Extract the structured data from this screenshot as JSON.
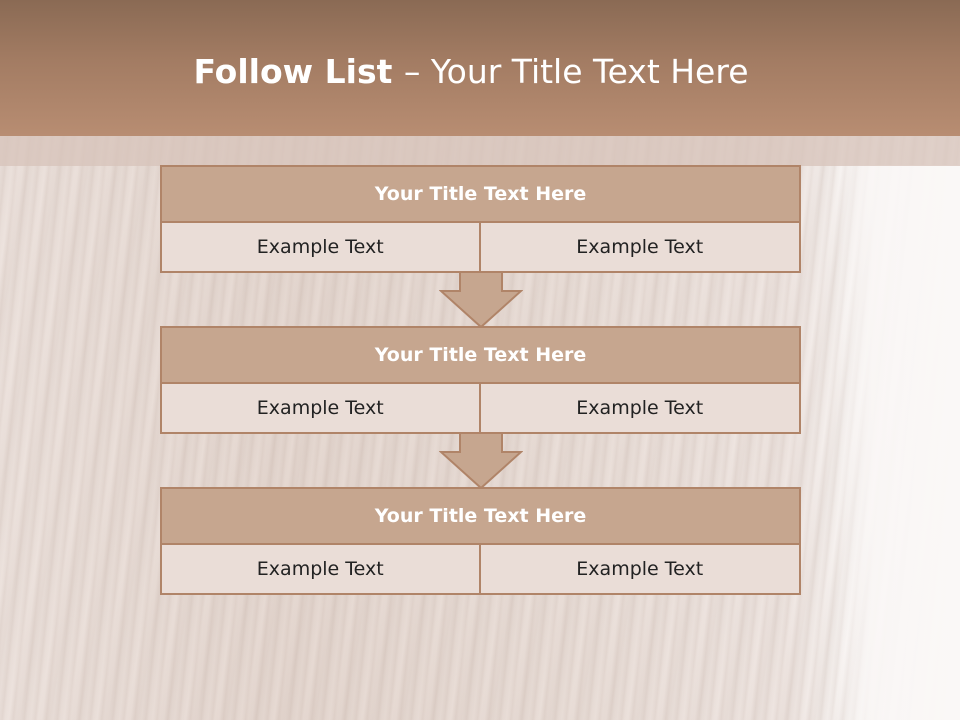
{
  "slide": {
    "title_bold": "Follow List ",
    "title_rest": " – Your Title Text Here"
  },
  "steps": [
    {
      "title": "Your Title Text Here",
      "left": "Example Text",
      "right": "Example Text"
    },
    {
      "title": "Your Title Text Here",
      "left": "Example Text",
      "right": "Example Text"
    },
    {
      "title": "Your Title Text Here",
      "left": "Example Text",
      "right": "Example Text"
    }
  ],
  "colors": {
    "header": "#a37c63",
    "box_title_fill": "#c6a68f",
    "box_border": "#b08468",
    "cell_fill": "#eaddd7",
    "arrow_fill": "#c6a68f"
  }
}
